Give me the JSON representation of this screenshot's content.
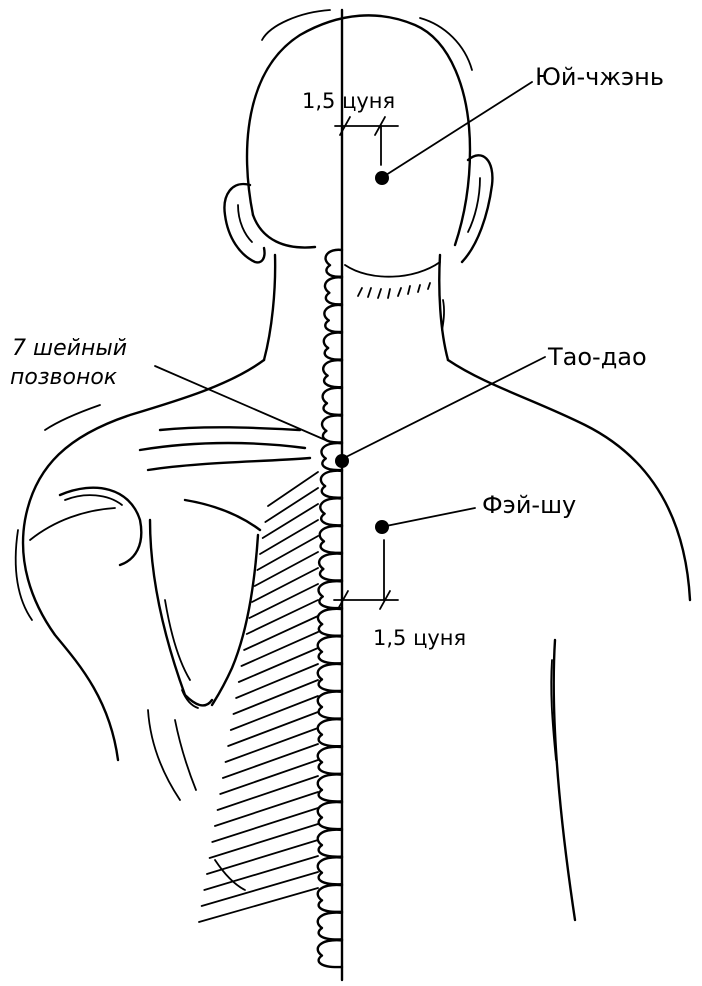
{
  "points": {
    "yu_zhen": {
      "label": "Юй-чжэнь"
    },
    "tao_dao": {
      "label": "Тао-дао"
    },
    "fei_shu": {
      "label": "Фэй-шу"
    }
  },
  "measurements": {
    "head": "1,5 цуня",
    "back": "1,5 цуня"
  },
  "annotation": {
    "vertebra_line1": "7 шейный",
    "vertebra_line2": "позвонок"
  },
  "vertebrae_count": 26
}
